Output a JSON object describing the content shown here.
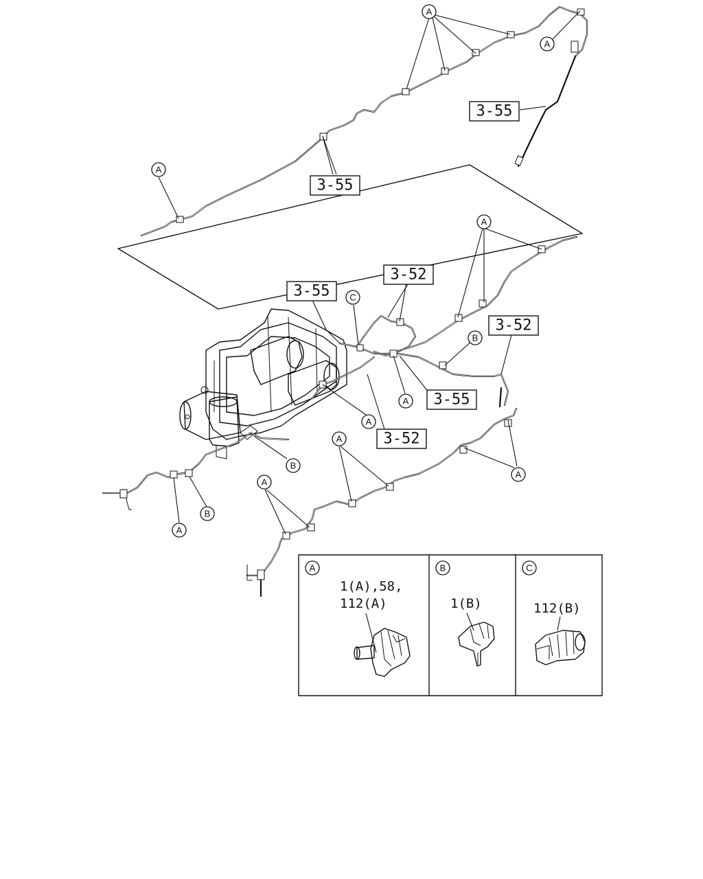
{
  "callouts": {
    "a": "A",
    "b": "B",
    "c": "C"
  },
  "refs": {
    "r355": "3-55",
    "r352": "3-52"
  },
  "legend": {
    "a_letter": "A",
    "a_line1": "1(A),58,",
    "a_line2": "112(A)",
    "b_letter": "B",
    "b_line1": "1(B)",
    "c_letter": "C",
    "c_line1": "112(B)"
  }
}
